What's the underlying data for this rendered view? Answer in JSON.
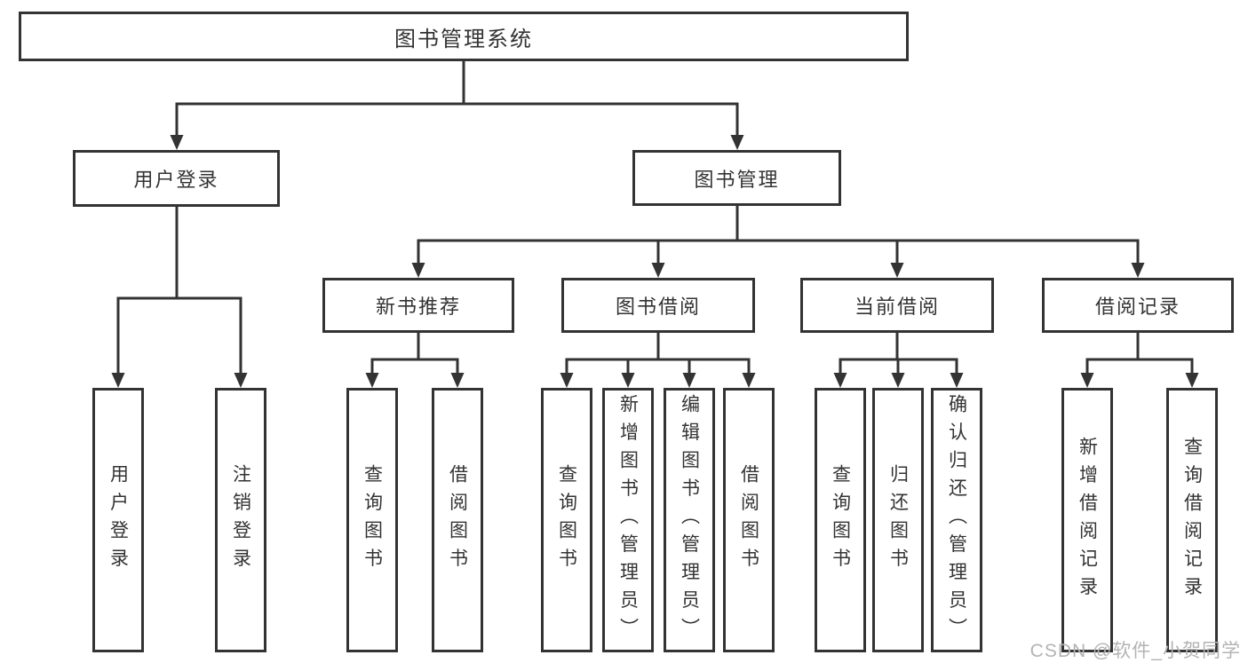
{
  "diagram": {
    "type": "hierarchy-tree",
    "title": "图书管理系统",
    "watermark": "CSDN @软件_小贺同学",
    "colors": {
      "line": "#333333",
      "border": "#333333",
      "fill": "#ffffff",
      "text": "#333333",
      "watermark": "#b3b3b3"
    },
    "nodes": {
      "root": "图书管理系统",
      "user_login": "用户登录",
      "book_mgmt": "图书管理",
      "new_book_rec": "新书推荐",
      "book_borrow": "图书借阅",
      "current_borrow": "当前借阅",
      "borrow_records": "借阅记录",
      "ul_login": "用户登录",
      "ul_logout": "注销登录",
      "nr_query": "查询图书",
      "nr_borrow": "借阅图书",
      "bb_query": "查询图书",
      "bb_add": "新增图书（管理员）",
      "bb_edit": "编辑图书（管理员）",
      "bb_borrow": "借阅图书",
      "cb_query": "查询图书",
      "cb_return": "归还图书",
      "cb_confirm": "确认归还（管理员）",
      "br_add": "新增借阅记录",
      "br_query": "查询借阅记录"
    },
    "structure": {
      "root": [
        "user_login",
        "book_mgmt"
      ],
      "user_login": [
        "ul_login",
        "ul_logout"
      ],
      "book_mgmt": [
        "new_book_rec",
        "book_borrow",
        "current_borrow",
        "borrow_records"
      ],
      "new_book_rec": [
        "nr_query",
        "nr_borrow"
      ],
      "book_borrow": [
        "bb_query",
        "bb_add",
        "bb_edit",
        "bb_borrow"
      ],
      "current_borrow": [
        "cb_query",
        "cb_return",
        "cb_confirm"
      ],
      "borrow_records": [
        "br_add",
        "br_query"
      ]
    }
  }
}
